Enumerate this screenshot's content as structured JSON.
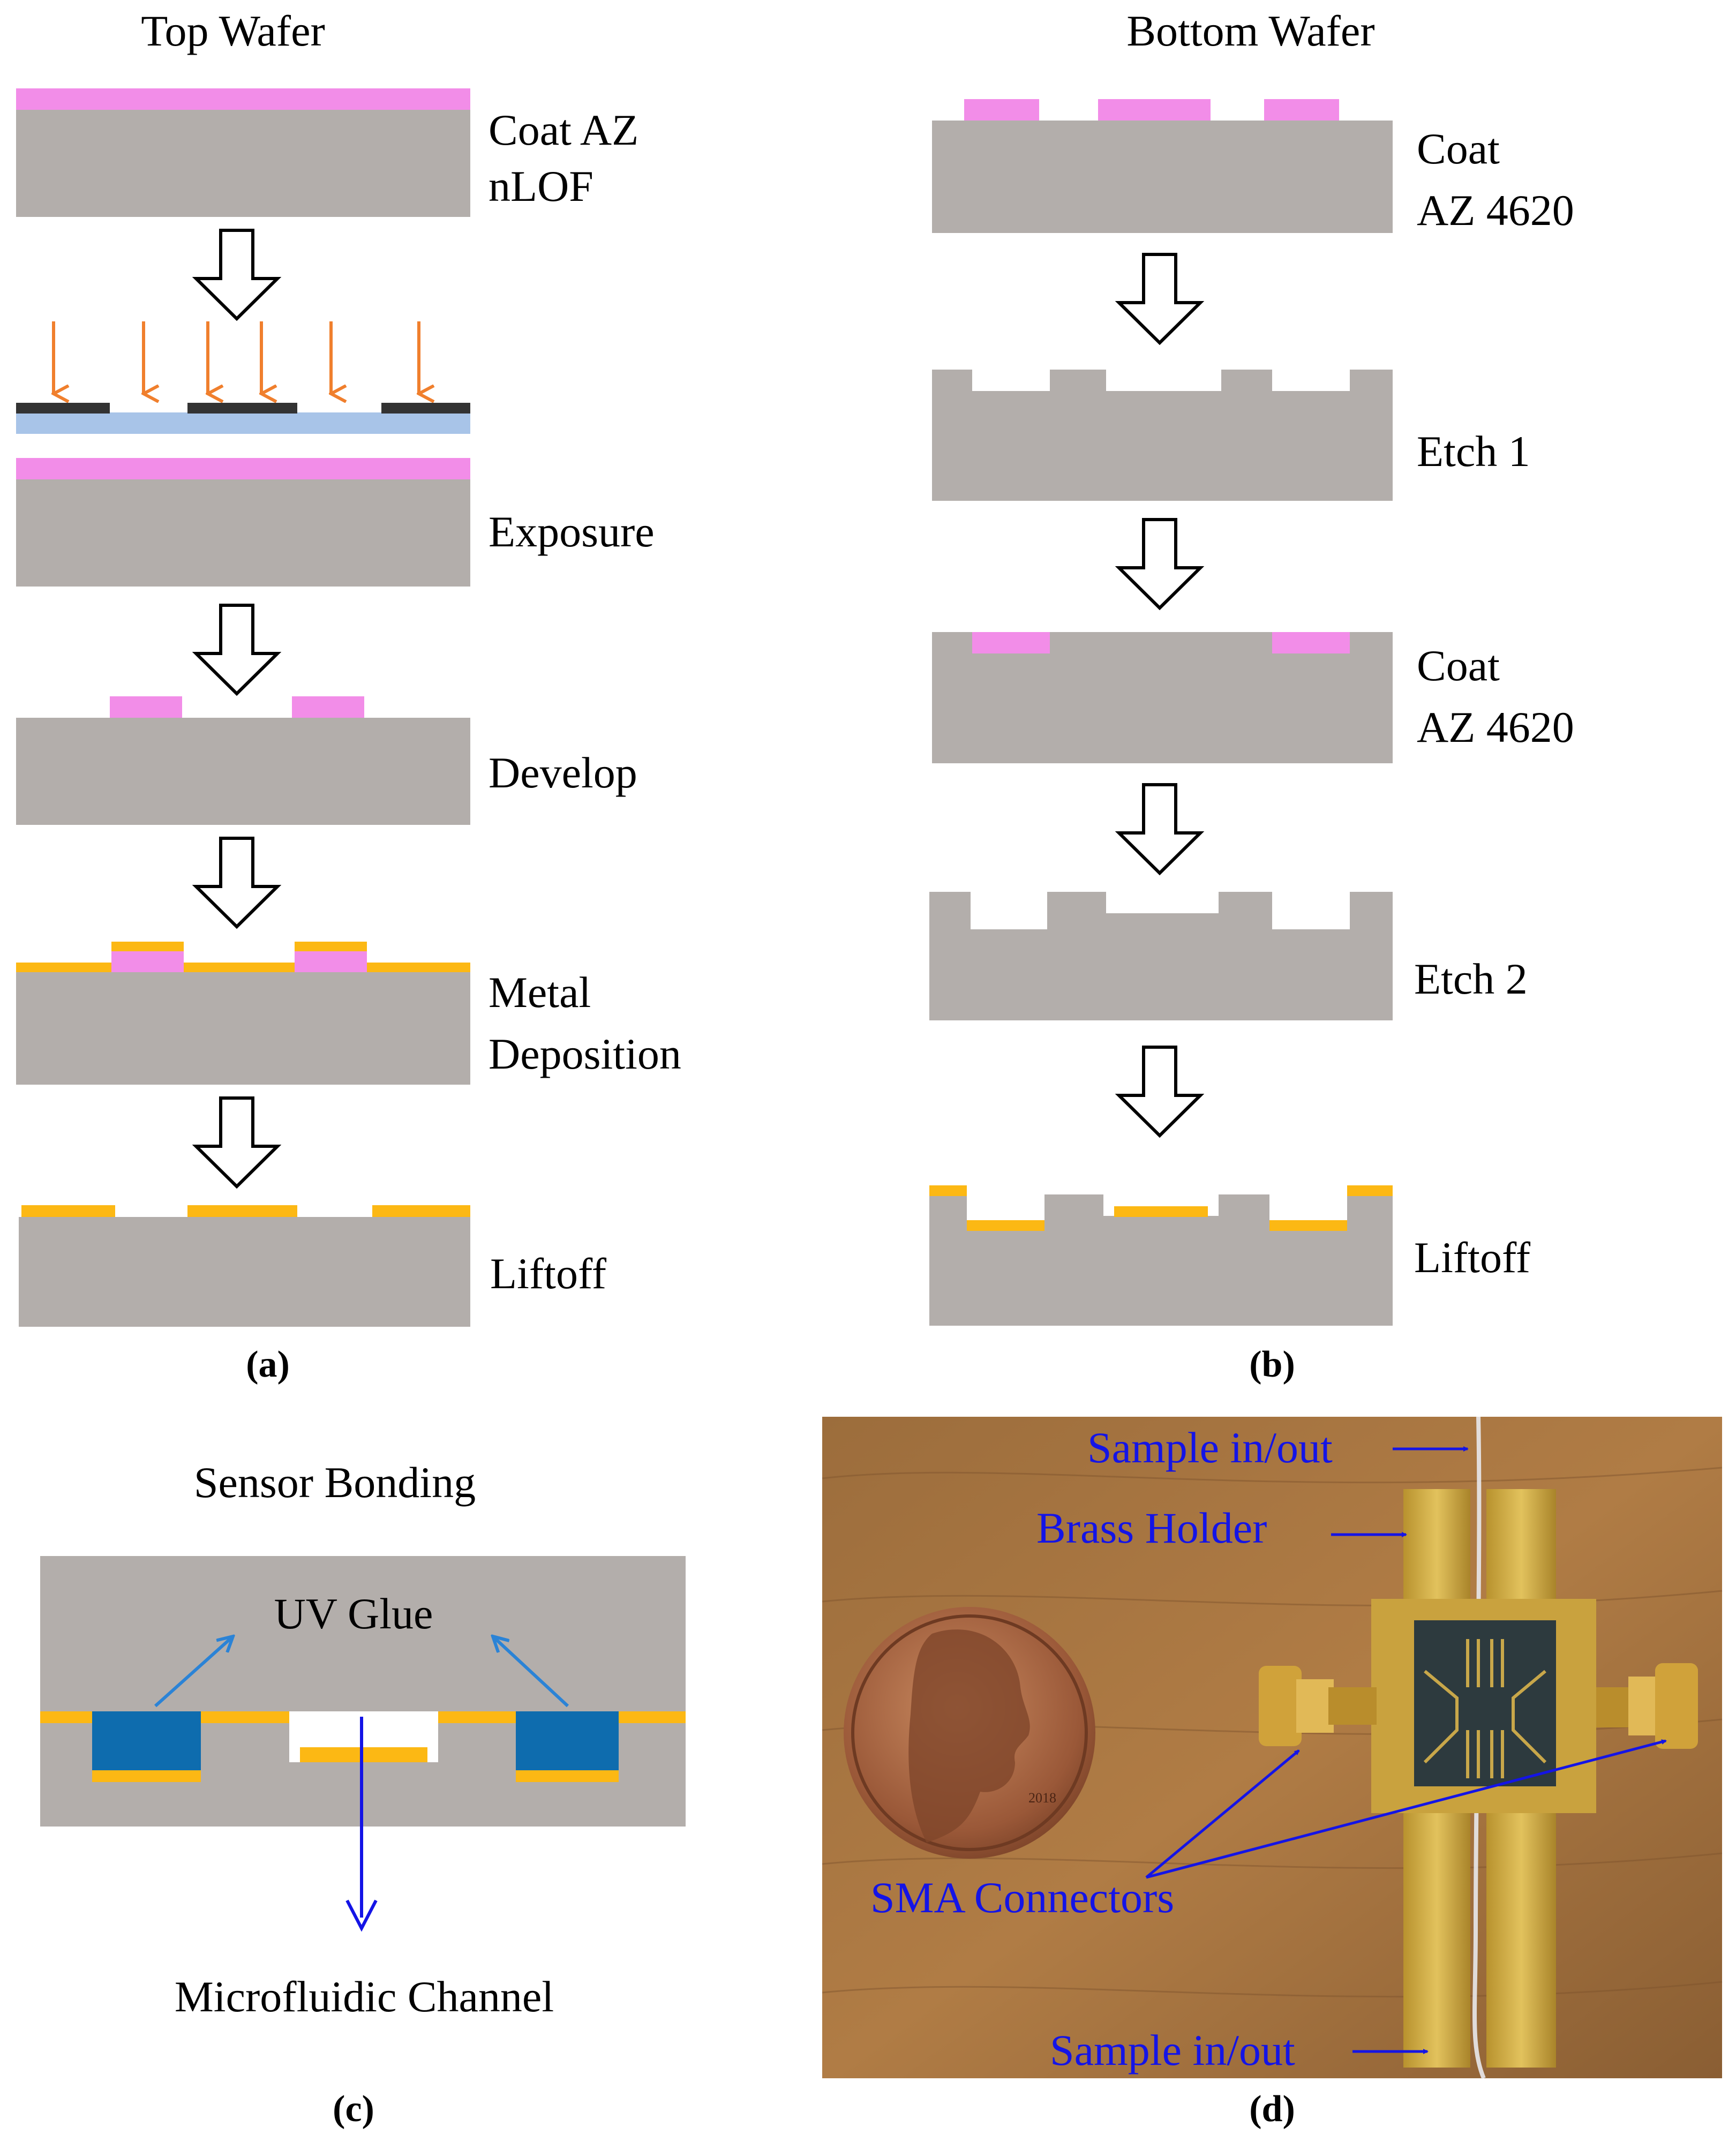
{
  "colors": {
    "wafer": "#b3aeab",
    "photoresist": "#f28de8",
    "metal": "#fcb814",
    "mask_glass": "#a8c4e8",
    "mask_chrome": "#333333",
    "uv_light": "#f07f2d",
    "glue": "#0e6cae",
    "annotation_blue": "#1414e6",
    "arrow_light_blue": "#2b83d6"
  },
  "panel_a": {
    "title": "Top Wafer",
    "steps": [
      "Coat AZ nLOF",
      "Exposure",
      "Develop",
      "Metal Deposition",
      "Liftoff"
    ],
    "caption": "(a)"
  },
  "panel_b": {
    "title": "Bottom Wafer",
    "steps": [
      "Coat AZ 4620",
      "Etch 1",
      "Coat AZ 4620",
      "Etch 2",
      "Liftoff"
    ],
    "caption": "(b)"
  },
  "panel_c": {
    "title": "Sensor Bonding",
    "glue_label": "UV Glue",
    "channel_label": "Microfluidic Channel",
    "caption": "(c)"
  },
  "panel_d": {
    "labels": {
      "sample_top": "Sample in/out",
      "holder": "Brass Holder",
      "connectors": "SMA Connectors",
      "sample_bottom": "Sample in/out"
    },
    "coin_year": "2018",
    "caption": "(d)"
  }
}
